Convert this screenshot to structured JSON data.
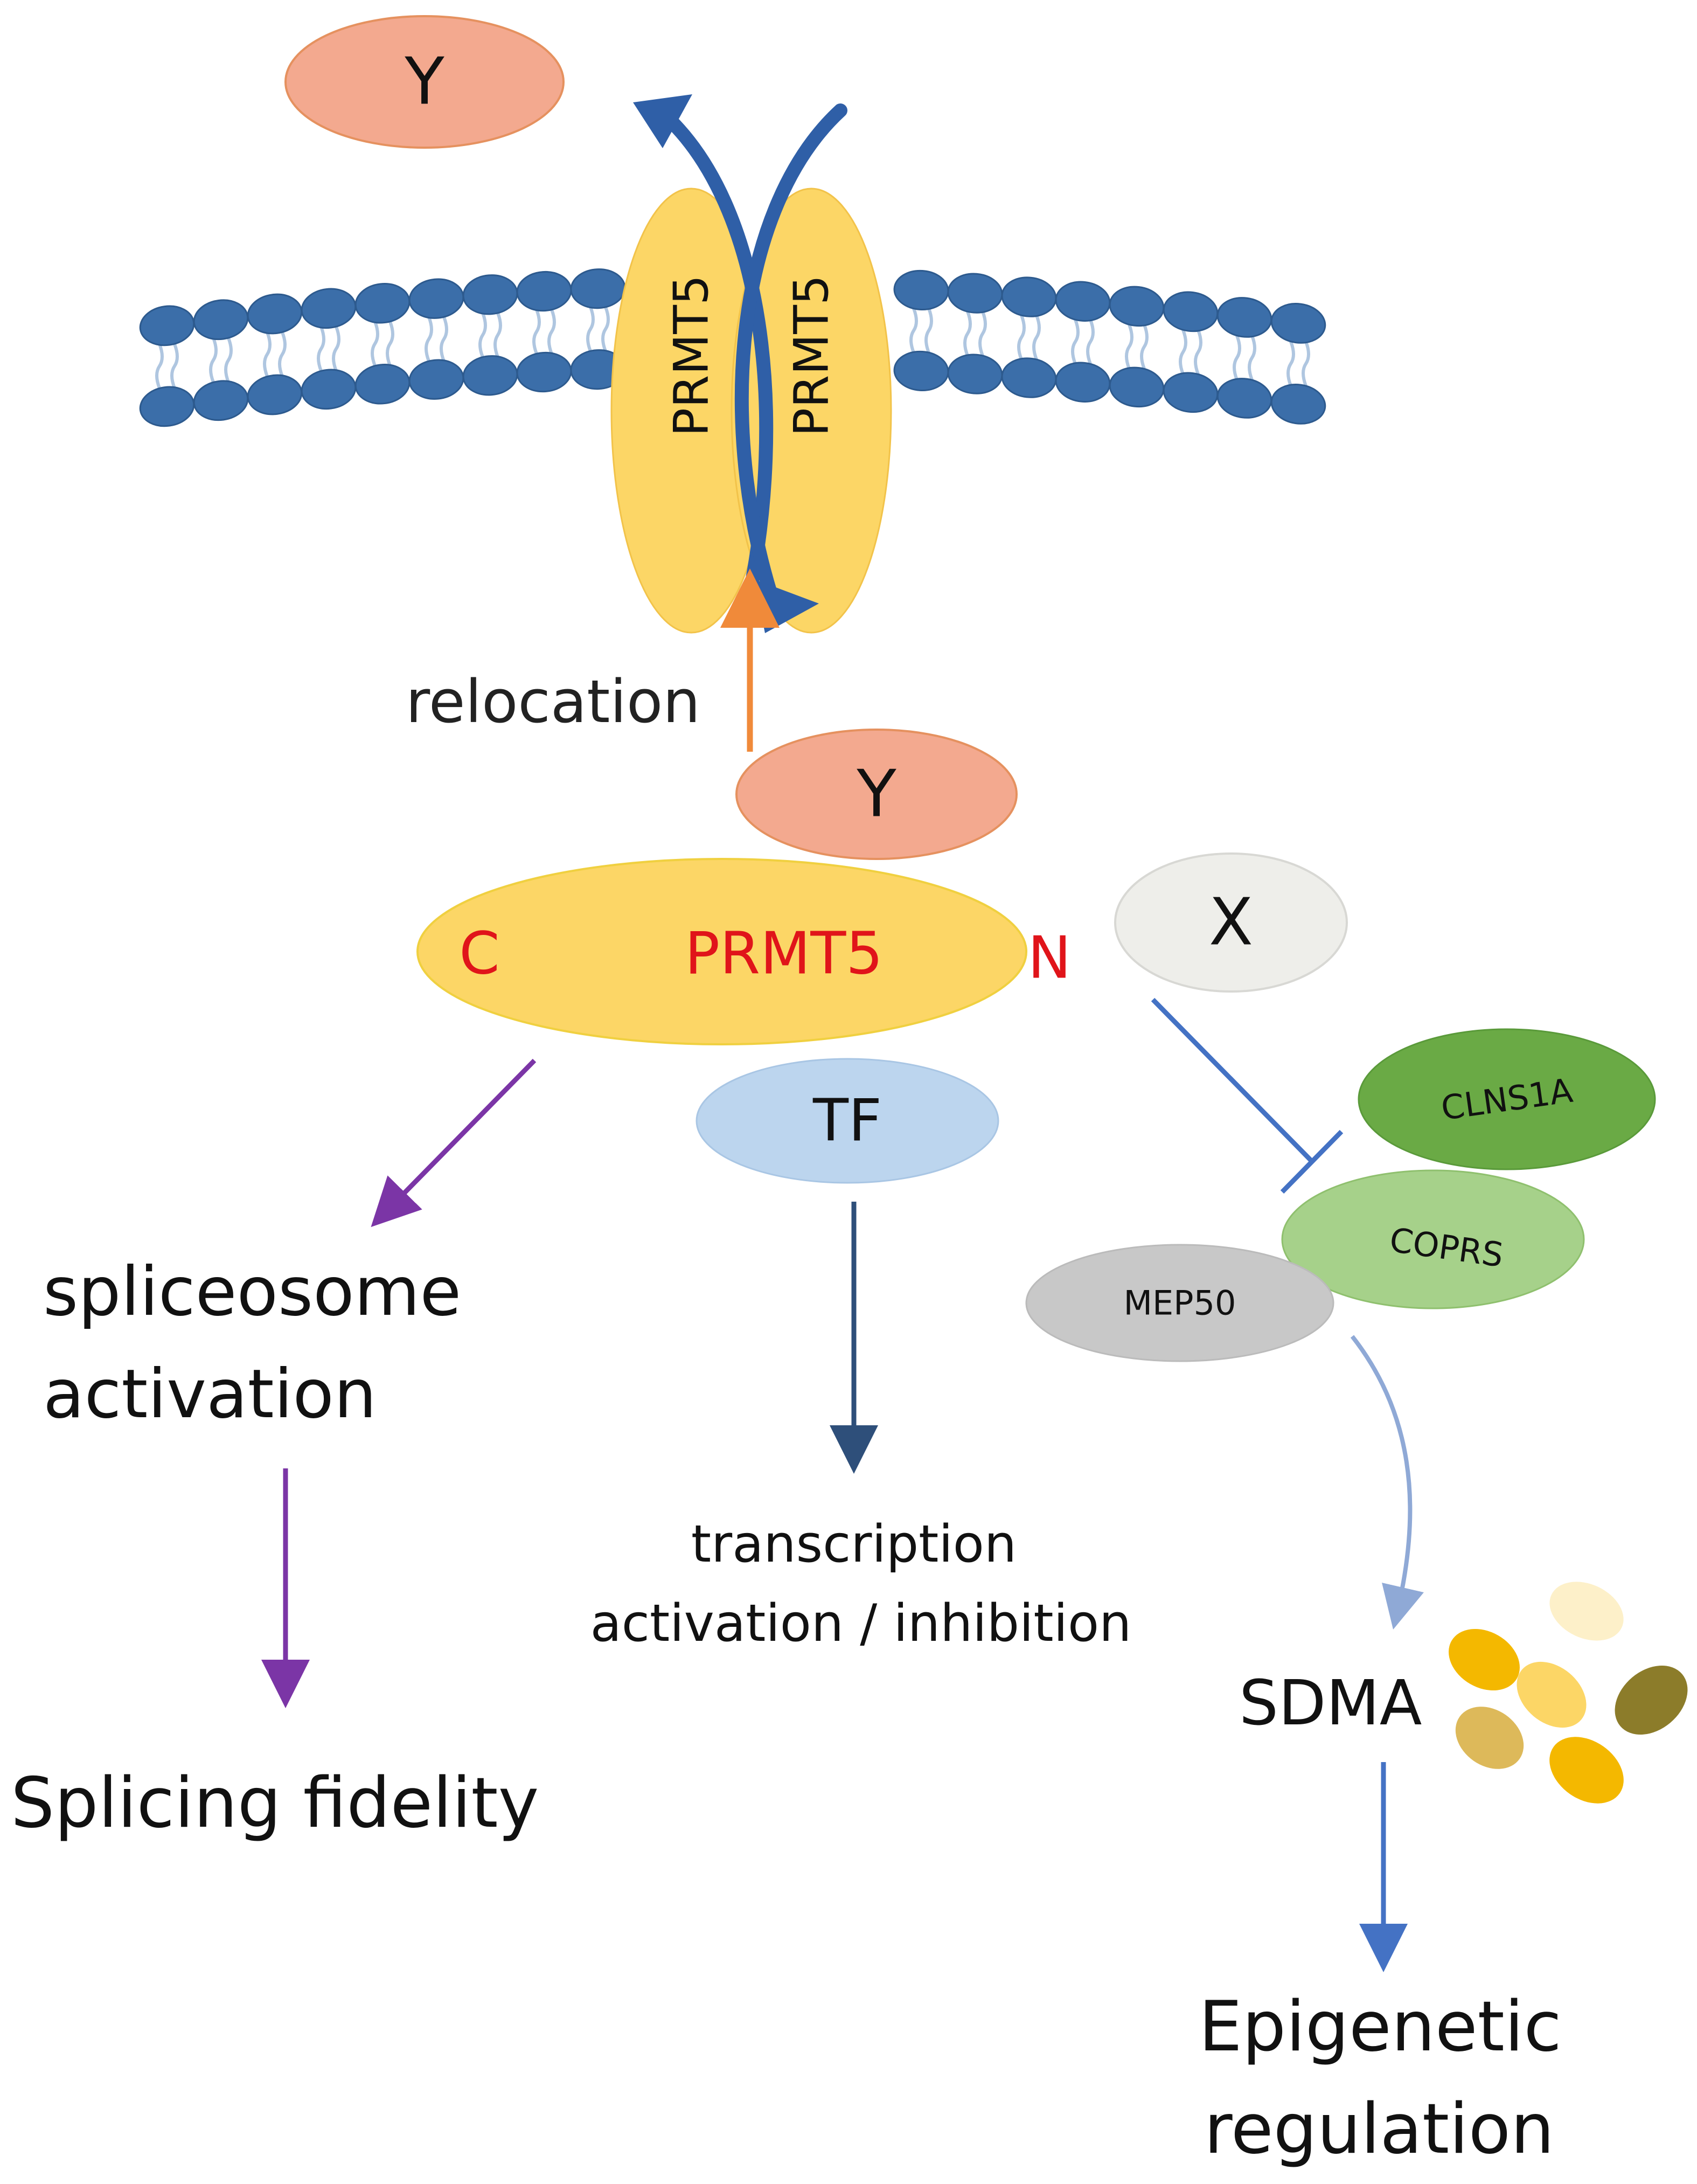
{
  "membrane_complex": {
    "prmt5_left": "PRMT5",
    "prmt5_right": "PRMT5",
    "y_top": "Y"
  },
  "relocation": {
    "label": "relocation"
  },
  "core_complex": {
    "y_label": "Y",
    "prmt5_label": "PRMT5",
    "c_terminus": "C",
    "n_terminus": "N",
    "x_label": "X",
    "tf_label": "TF"
  },
  "right_complex": {
    "clns1a": "CLNS1A",
    "coprs": "COPRS",
    "mep50": "MEP50"
  },
  "outcomes": {
    "spliceosome_line1": "spliceosome",
    "spliceosome_line2": "activation",
    "splicing_fidelity": "Splicing fidelity",
    "transcription_line1": "transcription",
    "transcription_line2": "activation / inhibition",
    "sdma": "SDMA",
    "epigenetic_line1": "Epigenetic",
    "epigenetic_line2": "regulation"
  },
  "colors": {
    "prmt5_fill": "#FCD666",
    "y_fill": "#F3A98F",
    "x_fill": "#EEEEEA",
    "tf_fill": "#BCD5EE",
    "clns1a_fill": "#6AAA45",
    "coprs_fill": "#A6D18A",
    "mep50_fill": "#C8C8C8",
    "membrane_head": "#3B6EA9",
    "relocation_arrow": "#F08A3A",
    "splice_arrow": "#7B35A6",
    "tf_arrow": "#2E4F7A",
    "inhibit_line": "#4472C4",
    "label_red": "#E0141A"
  }
}
